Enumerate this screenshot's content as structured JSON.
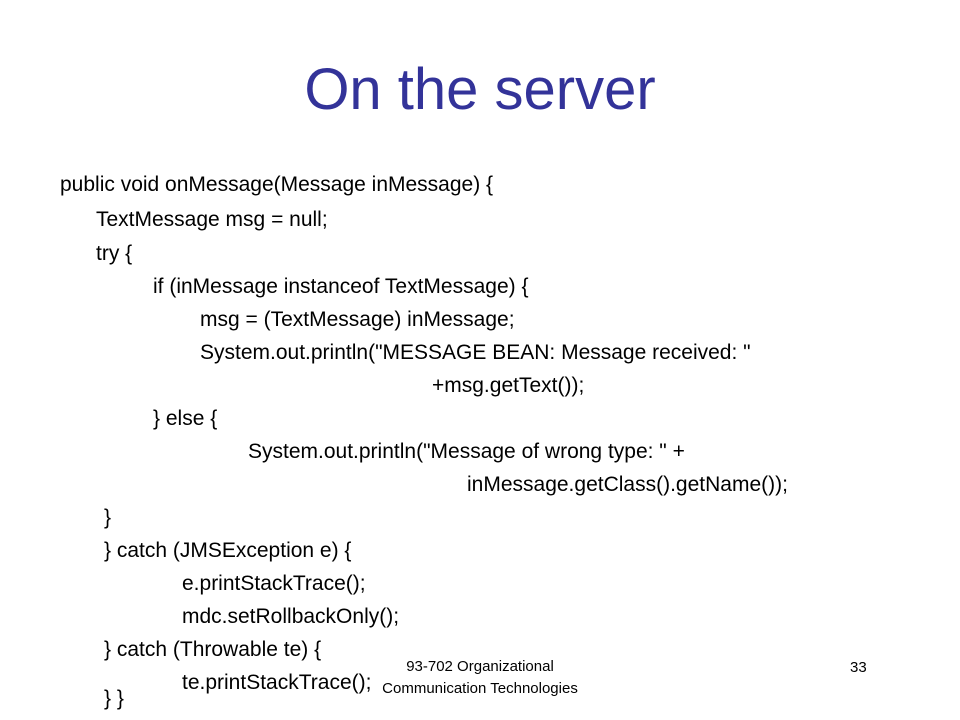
{
  "slide": {
    "title": "On the server",
    "code_lines": [
      "public void onMessage(Message inMessage) {",
      "TextMessage msg = null;",
      "try {",
      "if (inMessage instanceof TextMessage) {",
      "msg = (TextMessage) inMessage;",
      "System.out.println(\"MESSAGE BEAN: Message received: \"",
      "+msg.getText());",
      "} else {",
      "System.out.println(\"Message of wrong type: \" +",
      "inMessage.getClass().getName());",
      "}",
      "} catch (JMSException e) {",
      "e.printStackTrace();",
      "mdc.setRollbackOnly();",
      "} catch (Throwable te) {",
      "te.printStackTrace();",
      "} }"
    ],
    "footer": {
      "line1": "93-702 Organizational",
      "line2": "Communication Technologies",
      "page_number": "33"
    }
  }
}
